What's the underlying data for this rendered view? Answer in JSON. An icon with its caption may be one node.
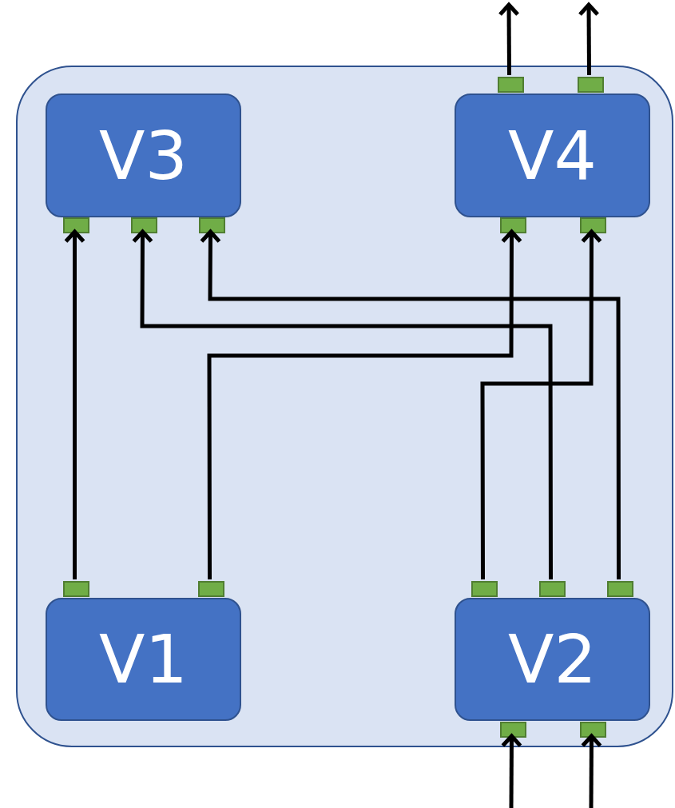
{
  "diagram": {
    "nodes": [
      {
        "text": [],
        "shape": "box"
      },
      {
        "text": [
          "V3"
        ],
        "in": 0
      },
      {
        "text": [
          "V4"
        ],
        "in": 0
      },
      {
        "text": [
          "V1"
        ],
        "in": 0
      },
      {
        "text": [
          "V2"
        ],
        "in": 0
      },
      {
        "text": [],
        "shape": "box",
        "in": 0
      },
      {
        "text": [],
        "shape": "box",
        "in": 0
      },
      {
        "text": [],
        "shape": "box",
        "in": 0
      },
      {
        "text": [],
        "shape": "box",
        "in": 0
      },
      {
        "text": [],
        "shape": "box",
        "in": 0
      },
      {
        "text": [],
        "shape": "box",
        "in": 0
      },
      {
        "text": [],
        "shape": "box",
        "in": 0
      },
      {
        "text": [],
        "shape": "box",
        "in": 0
      },
      {
        "text": [],
        "shape": "box",
        "in": 0
      },
      {
        "text": [],
        "shape": "box",
        "in": 0
      },
      {
        "text": [],
        "shape": "box",
        "in": 0
      },
      {
        "text": [],
        "shape": "box",
        "in": 0
      },
      {
        "text": [],
        "shape": "box",
        "in": 0
      },
      {
        "text": [],
        "shape": "box",
        "in": 0
      }
    ],
    "edges": [
      {
        "from": 12,
        "to": 7,
        "arrow": "to"
      },
      {
        "from": 13,
        "to": 10,
        "arrow": "to"
      },
      {
        "from": 15,
        "to": 8,
        "arrow": "to"
      },
      {
        "from": 16,
        "to": 9,
        "arrow": "to"
      },
      {
        "from": 14,
        "to": 11,
        "arrow": "to"
      },
      {
        "from": 5,
        "to": null,
        "arrow": "to"
      },
      {
        "from": 6,
        "to": null,
        "arrow": "to"
      },
      {
        "from": null,
        "to": 17,
        "arrow": "to"
      },
      {
        "from": null,
        "to": 18,
        "arrow": "to"
      }
    ]
  }
}
